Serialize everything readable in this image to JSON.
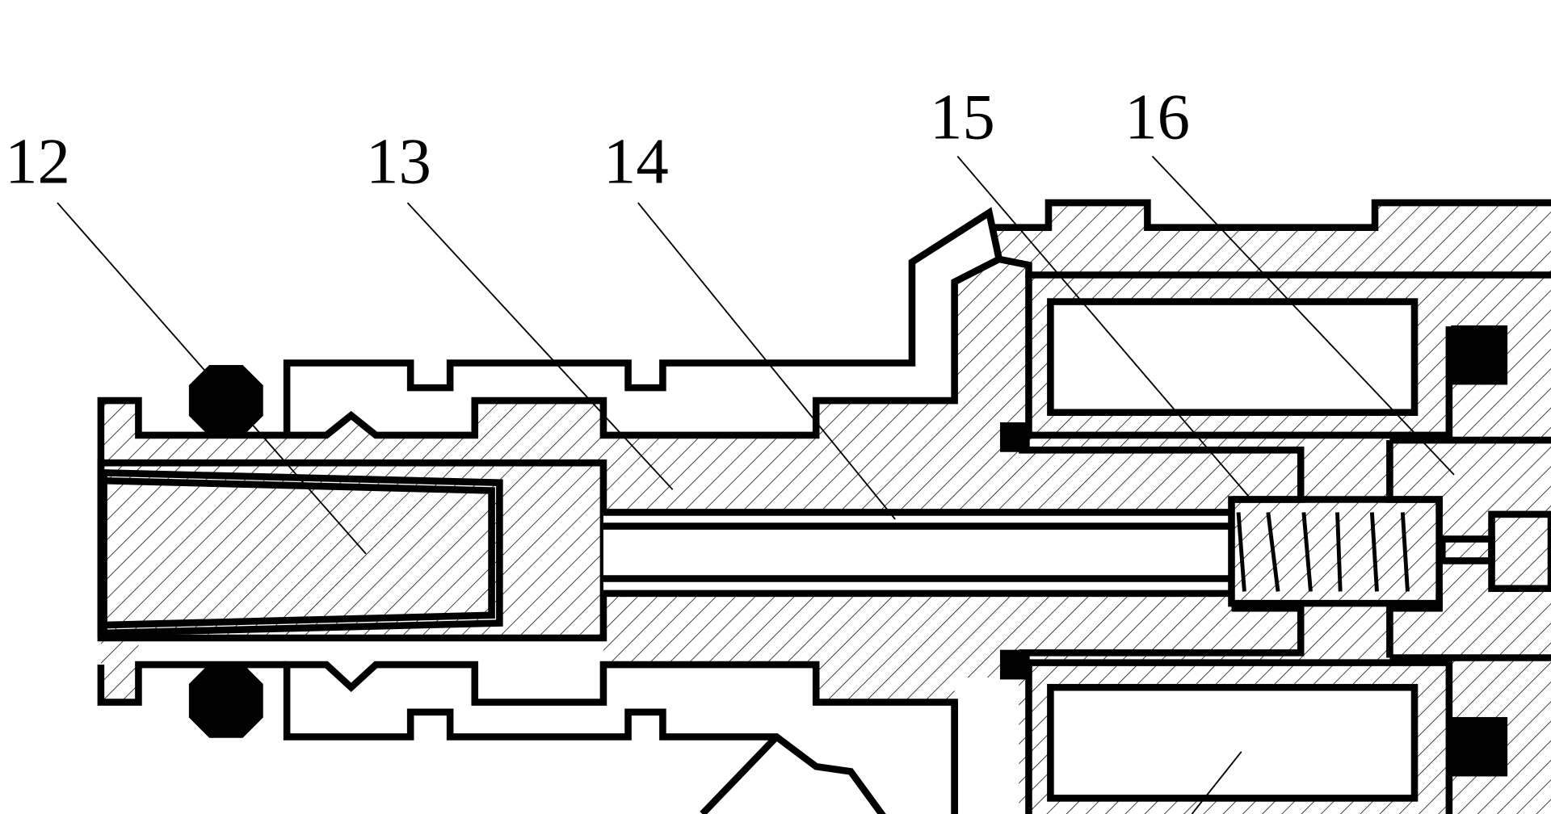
{
  "colors": {
    "ink": "#000000",
    "paper": "#ffffff"
  },
  "labels": [
    {
      "id": "label-12",
      "text": "12"
    },
    {
      "id": "label-13",
      "text": "13"
    },
    {
      "id": "label-14",
      "text": "14"
    },
    {
      "id": "label-15",
      "text": "15"
    },
    {
      "id": "label-16",
      "text": "16"
    }
  ]
}
